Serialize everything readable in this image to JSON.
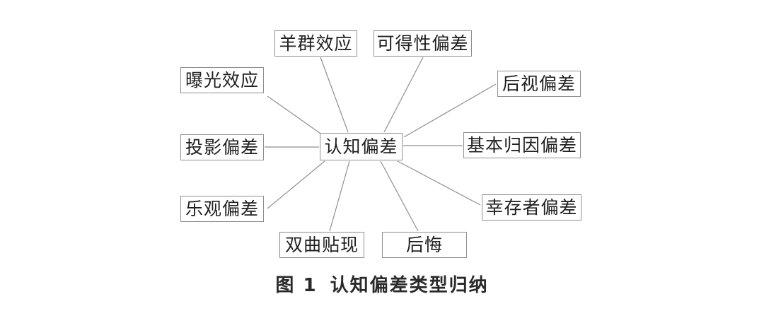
{
  "diagram": {
    "type": "radial-concept-map",
    "center": {
      "id": "cognitive-bias",
      "label": "认知偏差"
    },
    "nodes": [
      {
        "id": "herd-effect",
        "label": "羊群效应",
        "connects_to": "认知偏差"
      },
      {
        "id": "availability-bias",
        "label": "可得性偏差",
        "connects_to": "认知偏差"
      },
      {
        "id": "exposure-effect",
        "label": "曝光效应",
        "connects_to": "认知偏差"
      },
      {
        "id": "hindsight-bias",
        "label": "后视偏差",
        "connects_to": "认知偏差"
      },
      {
        "id": "projection-bias",
        "label": "投影偏差",
        "connects_to": "认知偏差"
      },
      {
        "id": "fundamental-attribution-bias",
        "label": "基本归因偏差",
        "connects_to": "认知偏差"
      },
      {
        "id": "optimism-bias",
        "label": "乐观偏差",
        "connects_to": "认知偏差"
      },
      {
        "id": "survivorship-bias",
        "label": "幸存者偏差",
        "connects_to": "认知偏差"
      },
      {
        "id": "hyperbolic-discounting",
        "label": "双曲贴现",
        "connects_to": "认知偏差"
      },
      {
        "id": "regret",
        "label": "后悔",
        "connects_to": "认知偏差"
      }
    ]
  },
  "caption": {
    "prefix": "图 1",
    "title": "认知偏差类型归纳"
  },
  "colors": {
    "background": "#ffffff",
    "box_border": "#8f8f8f",
    "connector_line": "#8f8f8f",
    "node_text": "#1f1f1f",
    "caption_text": "#2a2a2a"
  }
}
